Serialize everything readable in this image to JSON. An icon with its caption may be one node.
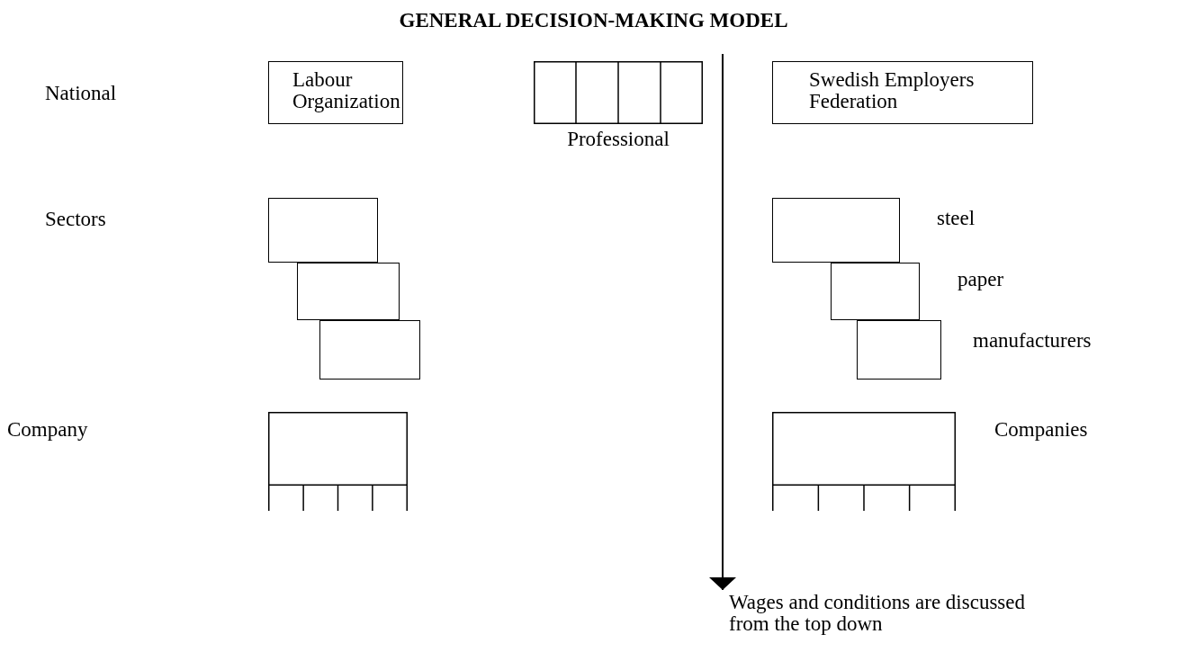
{
  "diagram": {
    "title": "GENERAL DECISION-MAKING MODEL",
    "nodes": [
      {
        "text": [
          "Labour Organization"
        ]
      },
      {
        "text": [
          "Professional"
        ]
      },
      {
        "text": [
          "Swedish Employers Federation"
        ]
      },
      {
        "text": [],
        "shape": "box"
      },
      {
        "text": [],
        "shape": "box"
      },
      {
        "text": [],
        "shape": "box"
      },
      {
        "text": [],
        "shape": "box",
        "beside": [
          "steel"
        ]
      },
      {
        "text": [],
        "shape": "box",
        "beside": [
          "paper"
        ]
      },
      {
        "text": [],
        "shape": "box",
        "beside": [
          "manufacturers"
        ]
      },
      {
        "text": [],
        "shape": "box"
      },
      {
        "text": [],
        "shape": "box",
        "beside": [
          "Companies"
        ]
      },
      {
        "text": [
          "Wages and conditions are discussed from the top down"
        ]
      }
    ],
    "edges": [
      {
        "from": null,
        "to": 11,
        "arrow": "to"
      }
    ],
    "labels": [
      "National",
      "Sectors",
      "Company"
    ]
  }
}
